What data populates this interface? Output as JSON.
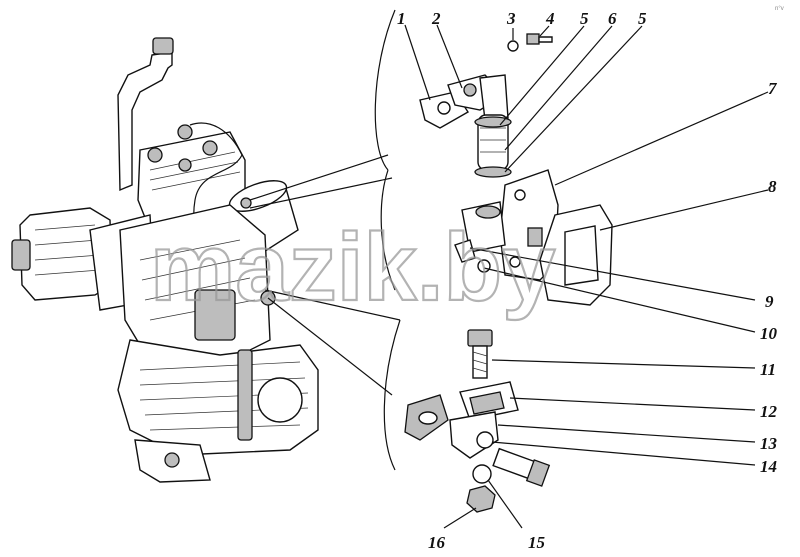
{
  "figure": {
    "watermark": "mazik.by",
    "corner_mark": "n°v",
    "callout_labels": [
      "1",
      "2",
      "3",
      "4",
      "5",
      "6",
      "5",
      "7",
      "8",
      "9",
      "10",
      "11",
      "12",
      "13",
      "14",
      "15",
      "16"
    ]
  },
  "icons": {
    "pump": "fuel-pump-assembly-drawing",
    "bracket": "bracket-part-icon",
    "gasket": "gasket-part-icon",
    "bolt": "bolt-icon",
    "nut": "nut-icon",
    "washer": "washer-icon",
    "clamp": "hose-clamp-icon"
  },
  "colors": {
    "ink": "#111111",
    "watermark": "#9a9a9a",
    "background": "#ffffff"
  }
}
